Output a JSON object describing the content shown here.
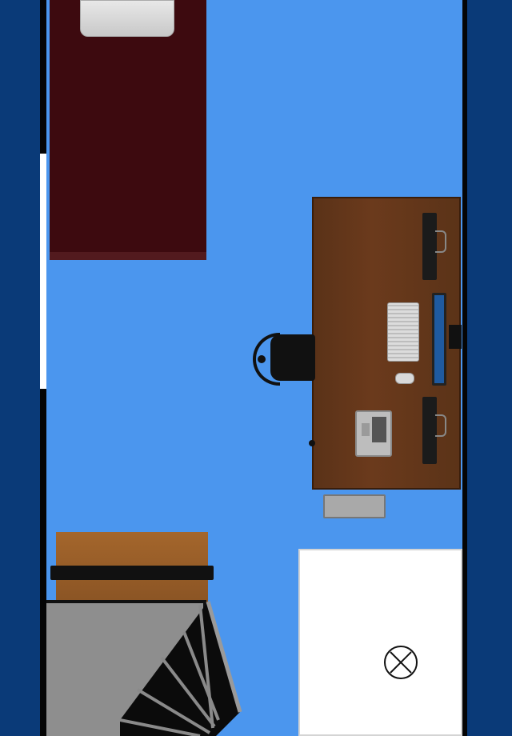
{
  "scene": {
    "view": "floor-plan",
    "colors": {
      "outside": "#0a3a78",
      "floor": "#4b96ee",
      "wall": "#050505",
      "window": "#ffffff",
      "bed_blanket": "#3d0a0f",
      "desk_wood": "#5a3218",
      "dresser_wood": "#a4662c",
      "stairs": "#8e8e8e",
      "bathroom_floor": "#ffffff"
    },
    "objects": [
      "bed",
      "pillow",
      "desk",
      "monitor",
      "monitor",
      "monitor",
      "keyboard",
      "mouse",
      "laptop",
      "office-chair",
      "floor-mat",
      "dresser",
      "spiral-staircase",
      "floor-drain",
      "window"
    ]
  }
}
